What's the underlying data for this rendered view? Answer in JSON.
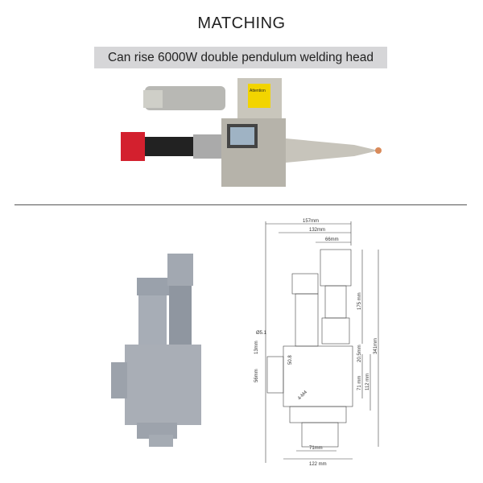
{
  "header": {
    "title": "MATCHING",
    "subtitle": "Can rise 6000W double pendulum welding head"
  },
  "product_photo": {
    "label_text": "Attention"
  },
  "drawing": {
    "dims": {
      "w157": "157mm",
      "w132": "132mm",
      "w66": "66mm",
      "h175": "175 mm",
      "h341": "341mm",
      "h20_5": "20.5mm",
      "h71": "71 mm",
      "h112": "112 mm",
      "h56": "56mm",
      "h13": "13mm",
      "d5_1": "Ø5.1",
      "d50_8": "50.8",
      "m4": "4-M4",
      "b71": "71mm",
      "b122": "122 mm"
    }
  }
}
